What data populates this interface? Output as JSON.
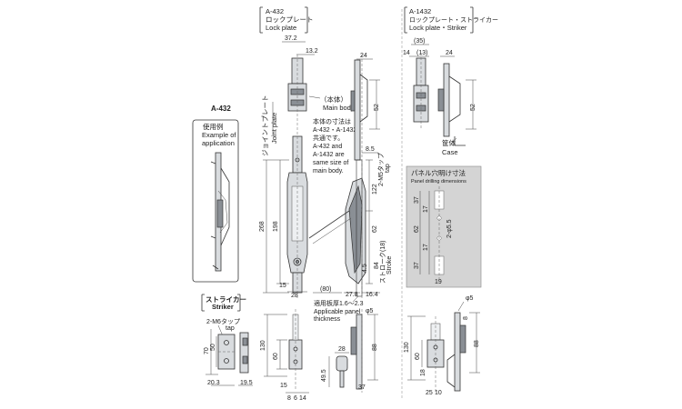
{
  "titles": {
    "a432_left": "A-432",
    "a432_box_code": "A-432",
    "a432_box_jp": "ロックプレート",
    "a432_box_en": "Lock plate",
    "a1432_code": "A-1432",
    "a1432_jp": "ロックプレート・ストライカー",
    "a1432_en": "Lock plate・Striker"
  },
  "example": {
    "jp": "使用例",
    "en1": "Example of",
    "en2": "application"
  },
  "striker": {
    "jp": "ストライカー",
    "en": "Striker",
    "tap_jp": "2-M6タップ",
    "tap_en": "tap"
  },
  "main_body": {
    "jp": "（本体）",
    "en": "Main body"
  },
  "note": {
    "l1": "本体の寸法は",
    "l2": "A-432・A-1432",
    "l3": "共通です。",
    "l4": "A-432 and",
    "l5": "A-1432 are",
    "l6": "same size of",
    "l7": "main body."
  },
  "joint_plate": {
    "jp": "ジョイントプレート",
    "en": "Joint plate"
  },
  "m5_tap": {
    "jp": "2-M5タップ",
    "en": "tap"
  },
  "stroke": {
    "jp": "ストローク(18)",
    "en": "Stroke"
  },
  "panel_thickness": {
    "jp": "適用板厚1.6〜2.3",
    "en1": "Applicable panel",
    "en2": "thickness"
  },
  "case": {
    "jp": "筐体",
    "en": "Case"
  },
  "panel_drill": {
    "jp": "パネル穴明け寸法",
    "en": "Panel drilling dimensions"
  },
  "dims": {
    "d37_2": "37.2",
    "d13_2": "13.2",
    "d24": "24",
    "d52": "52",
    "d8_5": "8.5",
    "d122": "122",
    "d62": "62",
    "d268": "268",
    "d198": "198",
    "d15": "15",
    "d28": "28",
    "d80": "(80)",
    "d27_8": "27.8",
    "d16_4": "16.4",
    "d4_5": "4.5",
    "d84": "84",
    "d35": "(35)",
    "d14": "14",
    "d13p": "(13)",
    "d24b": "24",
    "d17": "17",
    "d37": "37",
    "d5_5": "2-φ5.5",
    "d19": "19",
    "d70": "70",
    "d50": "50",
    "d20_3": "20.3",
    "d19_5": "19.5",
    "d130": "130",
    "d60": "60",
    "d8": "8",
    "d6": "6",
    "d14b": "14",
    "d15b": "15",
    "d28b": "28",
    "d49_5": "49.5",
    "d37b": "37",
    "d88": "88",
    "d5": "φ5",
    "d130b": "130",
    "d60b": "60",
    "d18": "18",
    "d25": "25",
    "d10": "10"
  }
}
